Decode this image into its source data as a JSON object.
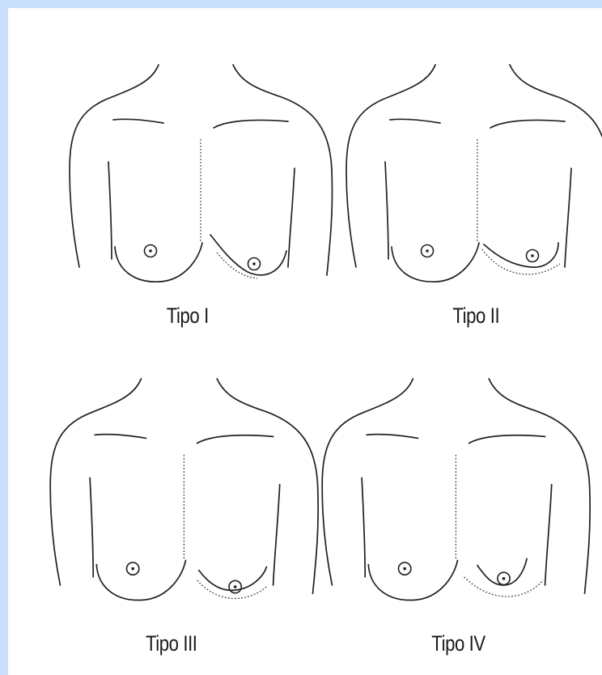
{
  "figure": {
    "panels": [
      {
        "id": "tipo-1",
        "label": "Tipo I"
      },
      {
        "id": "tipo-2",
        "label": "Tipo II"
      },
      {
        "id": "tipo-3",
        "label": "Tipo III"
      },
      {
        "id": "tipo-4",
        "label": "Tipo IV"
      }
    ]
  },
  "colors": {
    "frame_background": "#c9defa",
    "panel_background": "#ffffff",
    "line": "#222222"
  }
}
